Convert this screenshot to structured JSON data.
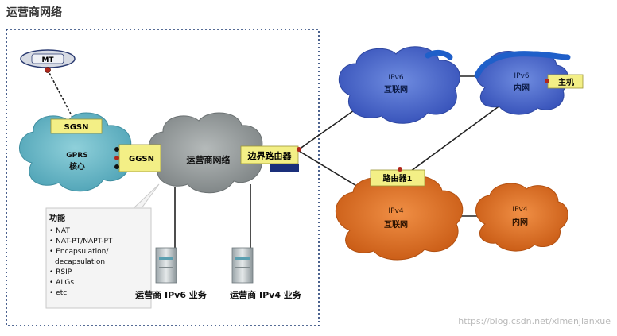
{
  "title": "运营商网络",
  "nodes": {
    "mt": "MT",
    "sgsn": "SGSN",
    "gprs_line1": "GPRS",
    "gprs_line2": "核心",
    "ggsn": "GGSN",
    "carrier_cloud": "运营商网络",
    "border_router": "边界路由器",
    "ipv6_internet_line1": "IPv6",
    "ipv6_internet_line2": "互联网",
    "ipv6_intranet_line1": "IPv6",
    "ipv6_intranet_line2": "内网",
    "host": "主机",
    "router1": "路由器1",
    "ipv4_internet_line1": "IPv4",
    "ipv4_internet_line2": "互联网",
    "ipv4_intranet_line1": "IPv4",
    "ipv4_intranet_line2": "内网"
  },
  "functions": {
    "title": "功能",
    "items": [
      "NAT",
      "NAT-PT/NAPT-PT",
      "Encapsulation/",
      "decapsulation",
      "RSIP",
      "ALGs",
      "etc."
    ]
  },
  "services": {
    "ipv6": "运营商 IPv6 业务",
    "ipv4": "运营商 IPv4 业务"
  },
  "watermark": "https://blog.csdn.net/ximenjianxue",
  "colors": {
    "cyan_cloud": "#5fb3c4",
    "gray_cloud": "#8e9495",
    "blue_cloud": "#3c5fc8",
    "orange_cloud": "#d9691e",
    "label_yellow": "#f3ef86",
    "border_blue": "#1f3b73"
  }
}
